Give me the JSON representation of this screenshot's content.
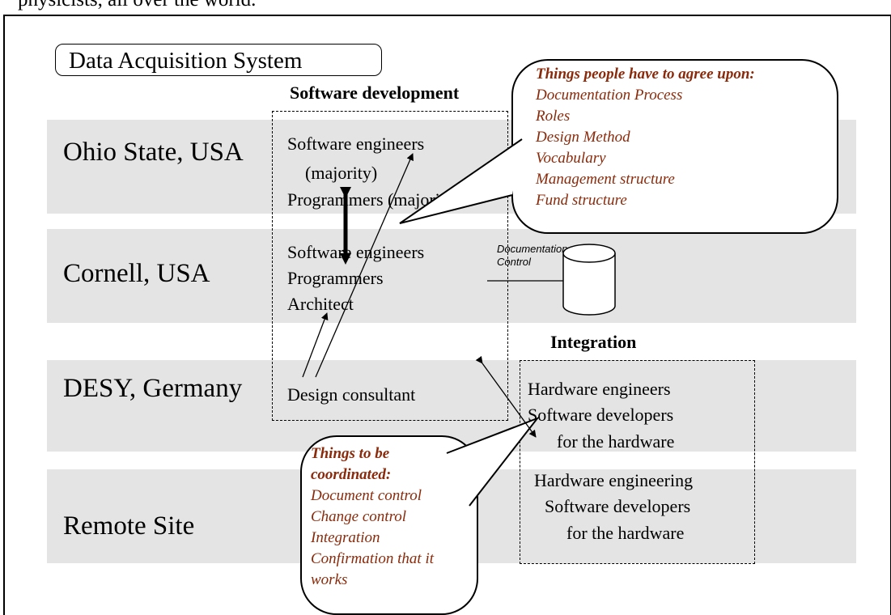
{
  "caption_fragment": "physicists, all over the world.",
  "system_title": "Data Acquisition System",
  "sites": [
    {
      "label": "Ohio State, USA"
    },
    {
      "label": "Cornell, USA"
    },
    {
      "label": "DESY, Germany"
    },
    {
      "label": "Remote Site"
    }
  ],
  "software_development": {
    "heading": "Software development",
    "ohio": [
      "Software engineers",
      "(majority)",
      "Programmers (majority)"
    ],
    "cornell": [
      "Software engineers",
      "Programmers",
      "Architect"
    ],
    "desy": [
      "Design consultant"
    ]
  },
  "documentation_control": {
    "label_line1": "Documentation",
    "label_line2": "Control"
  },
  "integration": {
    "heading": "Integration",
    "desy": [
      "Hardware engineers",
      "Software developers",
      "for the hardware"
    ],
    "remote": [
      "Hardware engineering",
      "Software developers",
      "for the hardware"
    ]
  },
  "agree_bubble": {
    "title": "Things people have to agree upon:",
    "items": [
      "Documentation Process",
      "Roles",
      "Design Method",
      "Vocabulary",
      "Management structure",
      "Fund structure"
    ]
  },
  "coordinate_bubble": {
    "title_line1": "Things to be",
    "title_line2": "coordinated:",
    "items": [
      "Document control",
      "Change control",
      "Integration",
      "Confirmation that it",
      "works"
    ]
  },
  "colors": {
    "band": "#e4e4e4",
    "callout_text": "#8b2a0a",
    "line": "#000000"
  }
}
